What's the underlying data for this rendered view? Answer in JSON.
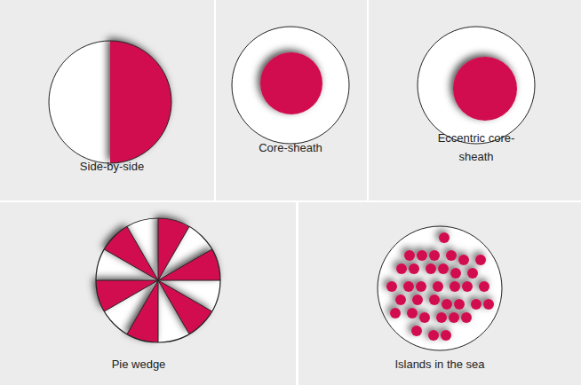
{
  "diagram": {
    "nodes": [
      {
        "text": [
          "Side-by-side"
        ]
      },
      {
        "text": [
          "Core-sheath"
        ]
      },
      {
        "text": [
          "Eccentric core-sheath"
        ]
      },
      {
        "text": [
          "Pie wedge"
        ]
      },
      {
        "text": [
          "Islands in the sea"
        ]
      }
    ]
  }
}
